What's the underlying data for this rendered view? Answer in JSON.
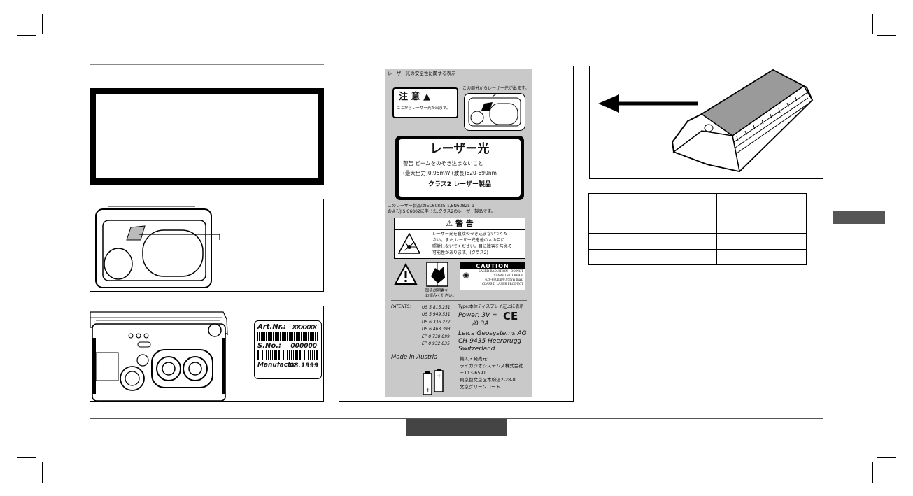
{
  "jp_label": {
    "heading": "レーザー光の安全性に関する表示",
    "caution_title": "注 意",
    "caution_sub": "ここからレーザー光が出ます。",
    "aperture_note": "この部分からレーザー光が出ます。",
    "laser_title": "レーザー光",
    "laser_warning": "警告 ビームをのぞき込まないこと",
    "laser_output": "(最大出力)0.95mW (波長)620-690nm",
    "laser_class": "クラス2 レーザー製品",
    "standards_line1": "このレーザー製品はIEC60825-1,EN60825-1",
    "standards_line2": "およびJIS C6802に準じた,クラス2のレーザー製品です。",
    "warning_title": "警 告",
    "warning_text_1": "レーザー光を直接のぞき込まないでくだ",
    "warning_text_2": "さい。また,レーザー光を他の人の目に",
    "warning_text_3": "照射しないでください。目に障害を与える",
    "warning_text_4": "可能性があります。(クラス2)",
    "caution_banner": "CAUTION",
    "caution_line1": "LASER RADIATION - DO NOT",
    "caution_line2": "STARE INTO BEAM",
    "caution_line3": "620-690nm/0.95mW max.",
    "caution_line4": "CLASS II LASER PRODUCT",
    "read_manual_1": "取扱説明書を",
    "read_manual_2": "お読みください。",
    "patents_label": "PATENTS:",
    "patents": [
      "US 5,815,251",
      "US 5,949,531",
      "US 6,336,277",
      "US 6,463,393",
      "EP 0 738 899",
      "EP 0 932 835"
    ],
    "type_label": "Type:本体ディスプレイ左上に表示",
    "power_label": "Power: 3V =",
    "power_current": "/0.3A",
    "ce_mark": "CE",
    "company": "Leica Geosystems AG",
    "address1": "CH-9435 Heerbrugg",
    "address2": "Switzerland",
    "made_in": "Made in Austria",
    "importer_label": "輸入・発売元:",
    "importer_name": "ライカジオシステムズ株式会社",
    "importer_zip": "〒113-6591",
    "importer_addr": "東京都文京区本駒込2-28-8",
    "importer_bldg": "文京グリーンコート"
  },
  "serial_label": {
    "art_label": "Art.Nr.:",
    "art_value": "xxxxxx",
    "sn_label": "S.No.:",
    "sn_value": "000000",
    "manufact_label": "Manufact.:",
    "manufact_value": "08.1999"
  }
}
